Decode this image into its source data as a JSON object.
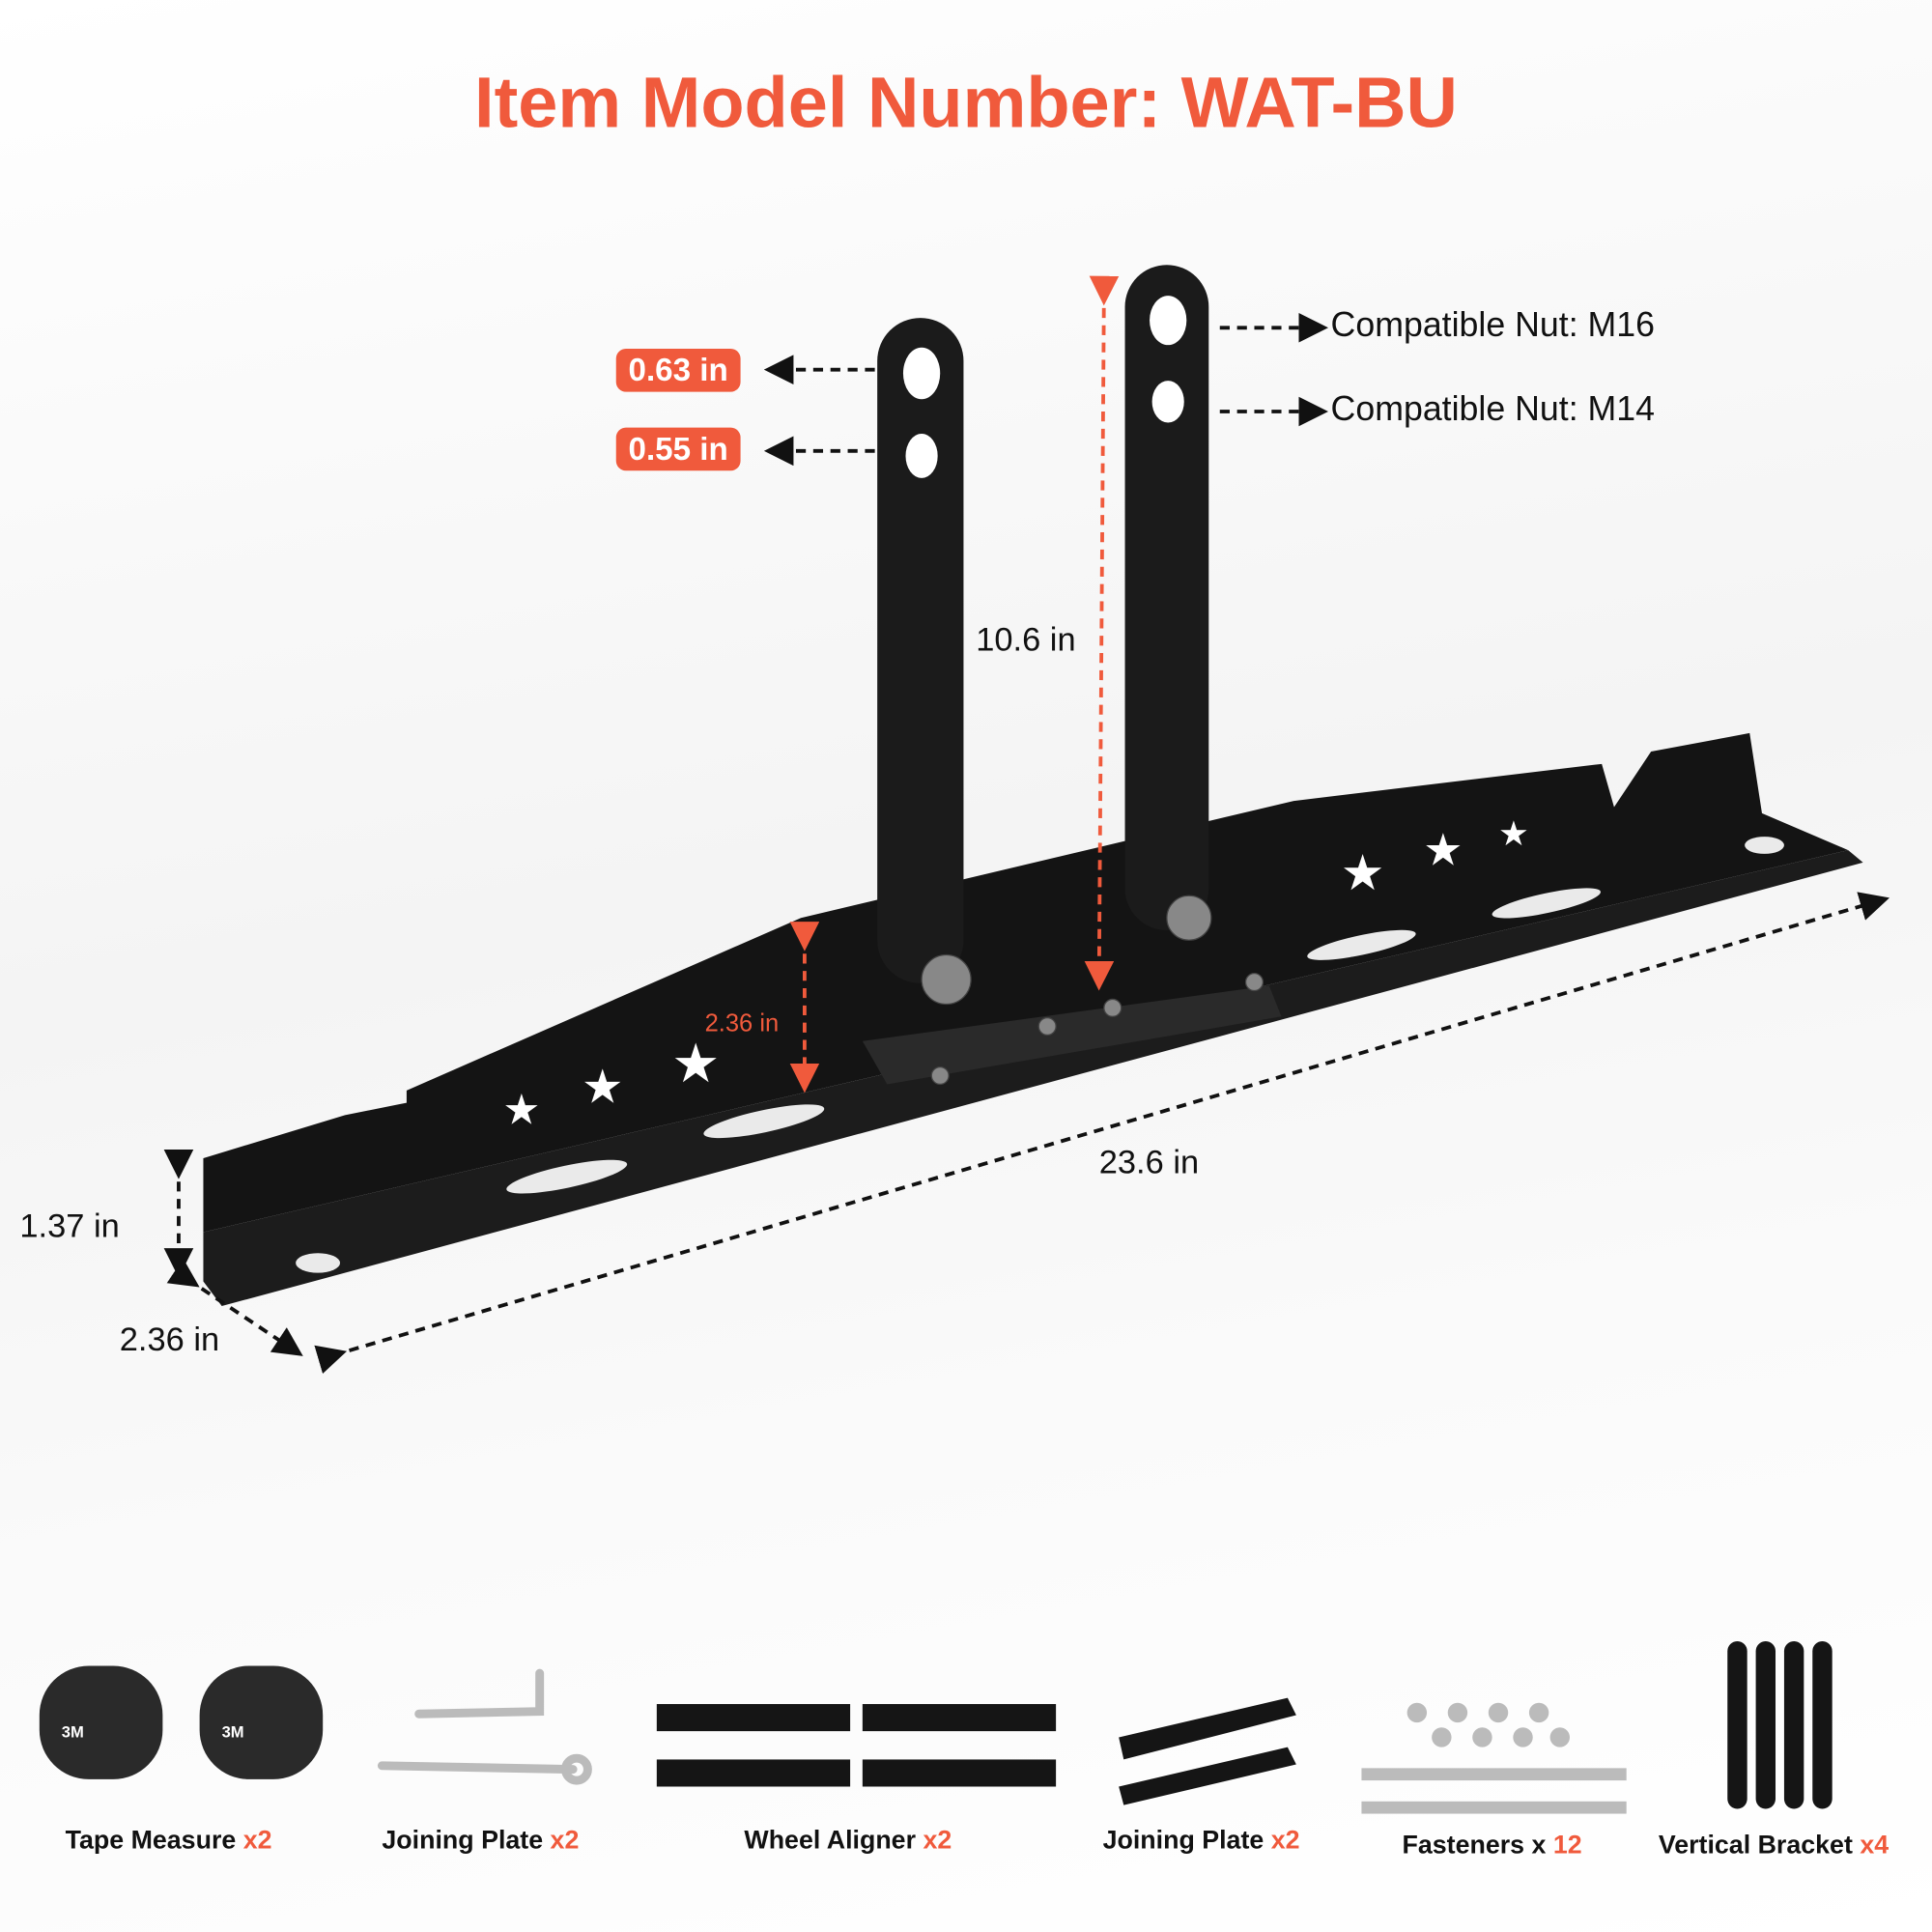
{
  "title": "Item Model Number: WAT-BU",
  "dimensions": {
    "hole_large": "0.63 in",
    "hole_small": "0.55 in",
    "height": "10.6 in",
    "flange": "2.36 in",
    "side_height": "1.37 in",
    "depth": "2.36 in",
    "length": "23.6 in"
  },
  "nuts": [
    "Compatible Nut: M16",
    "Compatible Nut: M14"
  ],
  "items": [
    {
      "name": "Tape Measure",
      "qty": "x2"
    },
    {
      "name": "Joining Plate",
      "qty": "x2"
    },
    {
      "name": "Wheel Aligner",
      "qty": "x2"
    },
    {
      "name": "Joining Plate",
      "qty": "x2"
    },
    {
      "name": "Fasteners x",
      "qty": "12"
    },
    {
      "name": "Vertical Bracket",
      "qty": "x4"
    }
  ],
  "tape_brand": "3M",
  "colors": {
    "accent": "#f05a3c",
    "metal": "#1a1a1a"
  }
}
